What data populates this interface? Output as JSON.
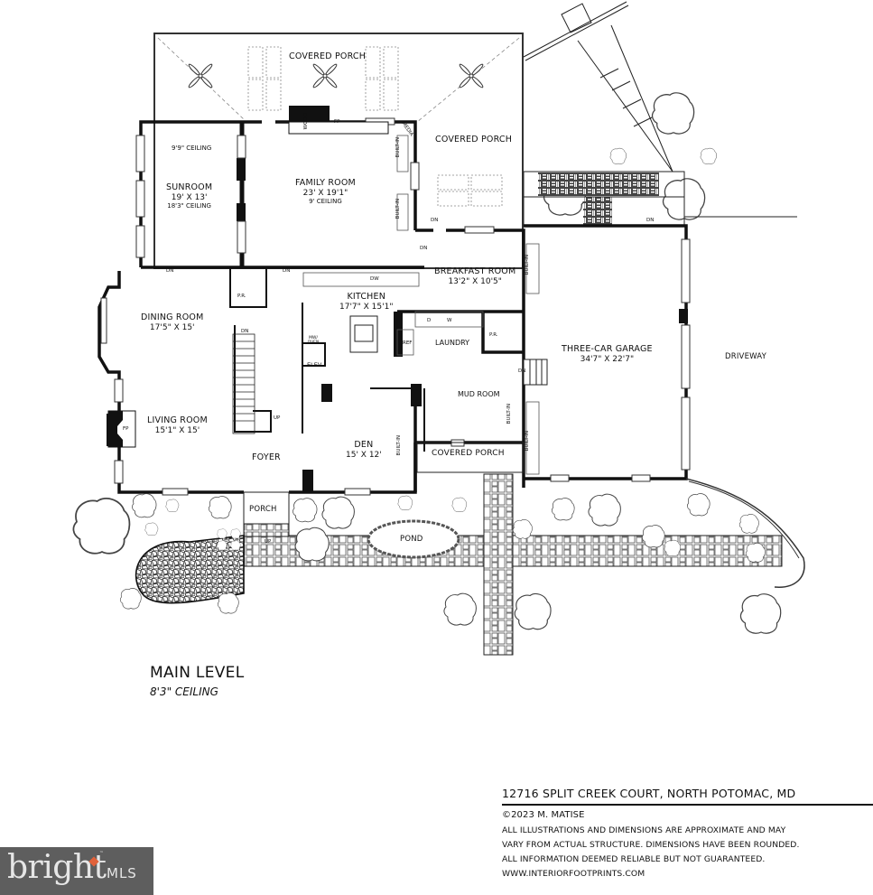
{
  "plan": {
    "level_title": "MAIN LEVEL",
    "level_ceiling": "8'3\" CEILING",
    "rooms": {
      "covered_porch_top": {
        "name": "COVERED PORCH"
      },
      "covered_porch_right": {
        "name": "COVERED PORCH"
      },
      "covered_porch_bottom": {
        "name": "COVERED PORCH"
      },
      "sunroom": {
        "name": "SUNROOM",
        "dims": "19' X 13'",
        "ceiling": "18'3\" CEILING",
        "ceiling_upper": "9'9\" CEILING"
      },
      "family_room": {
        "name": "FAMILY ROOM",
        "dims": "23' X 19'1\"",
        "ceiling": "9' CEILING"
      },
      "breakfast_room": {
        "name": "BREAKFAST ROOM",
        "dims": "13'2\" X 10'5\""
      },
      "kitchen": {
        "name": "KITCHEN",
        "dims": "17'7\" X 15'1\""
      },
      "dining_room": {
        "name": "DINING ROOM",
        "dims": "17'5\" X 15'"
      },
      "living_room": {
        "name": "LIVING ROOM",
        "dims": "15'1\" X 15'"
      },
      "foyer": {
        "name": "FOYER"
      },
      "den": {
        "name": "DEN",
        "dims": "15' X 12'"
      },
      "laundry": {
        "name": "LAUNDRY"
      },
      "mud_room": {
        "name": "MUD ROOM"
      },
      "garage": {
        "name": "THREE-CAR GARAGE",
        "dims": "34'7\" X 22'7\""
      },
      "driveway": {
        "name": "DRIVEWAY"
      },
      "porch": {
        "name": "PORCH"
      },
      "pond": {
        "name": "POND"
      },
      "powder_room_1": {
        "name": "P.R."
      },
      "powder_room_2": {
        "name": "P.R."
      },
      "elevator": {
        "name": "ELEV"
      }
    },
    "fixtures": {
      "skylight": "SKYLIGHT",
      "fireplace": "FP",
      "wood": "WOOD",
      "media": "MEDIA",
      "built_in": "BUILT-IN",
      "down": "DN",
      "up": "UP",
      "dishwasher": "DW",
      "trash": "TRSH",
      "refrigerator": "REF",
      "mw_oven": "MW/ OVEN",
      "dryer": "D",
      "washer": "W"
    }
  },
  "title_block": {
    "address": "12716 SPLIT CREEK COURT, NORTH POTOMAC, MD",
    "copyright": "©2023 M. MATISE",
    "disclaimer_lines": [
      "ALL ILLUSTRATIONS AND DIMENSIONS ARE APPROXIMATE AND MAY",
      "VARY FROM ACTUAL STRUCTURE. DIMENSIONS HAVE BEEN ROUNDED.",
      "ALL INFORMATION DEEMED RELIABLE BUT NOT GUARANTEED."
    ],
    "website": "WWW.INTERIORFOOTPRINTS.COM"
  },
  "watermark": {
    "brand": "bright",
    "suffix": "MLS",
    "tm": "™",
    "bg_color": "#5e5e5e",
    "accent_color": "#e0613a"
  }
}
